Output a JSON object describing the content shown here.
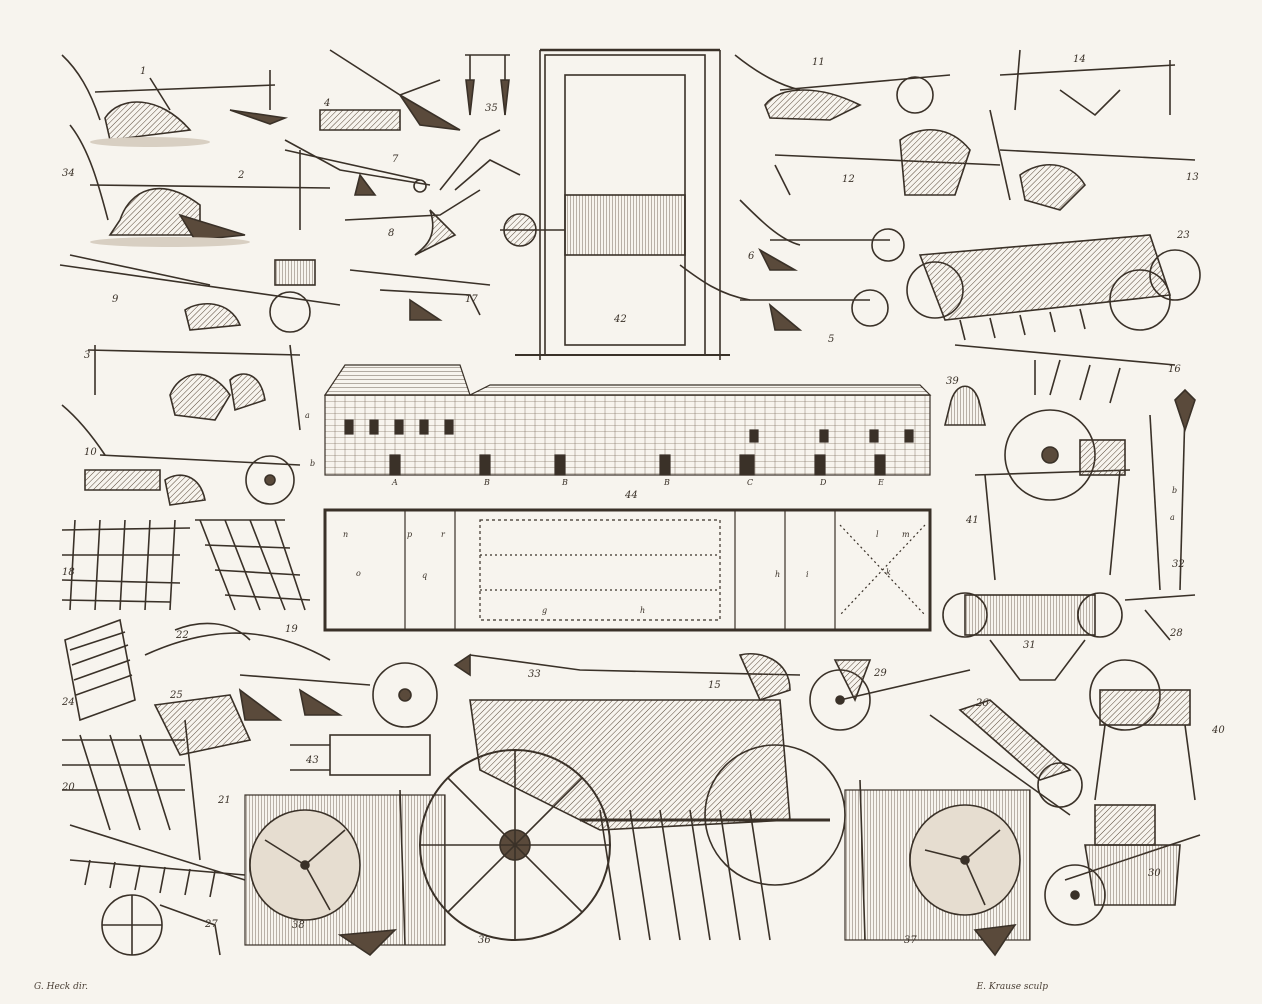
{
  "figure_numbers": [
    "1",
    "2",
    "3",
    "4",
    "5",
    "6",
    "7",
    "8",
    "9",
    "10",
    "11",
    "12",
    "13",
    "14",
    "15",
    "16",
    "17",
    "18",
    "19",
    "20",
    "21",
    "22",
    "23",
    "24",
    "25",
    "26",
    "27",
    "28",
    "29",
    "30",
    "31",
    "32",
    "33",
    "34",
    "35",
    "36",
    "37",
    "38",
    "39",
    "40",
    "41",
    "42",
    "43",
    "44"
  ],
  "building_letters": [
    "A",
    "B",
    "B",
    "B",
    "C",
    "D",
    "E"
  ],
  "plan_letters": [
    "n",
    "p",
    "r",
    "o",
    "q",
    "g",
    "h",
    "h",
    "i",
    "k",
    "l",
    "m"
  ],
  "sub_letters": [
    "a",
    "b",
    "a",
    "b"
  ],
  "credits": {
    "left": "G. Heck dir.",
    "right": "E. Krause sculp"
  },
  "palette": {
    "paper": "#f7f4ee",
    "ink": "#3a3128",
    "shade": "#6b5a49"
  }
}
